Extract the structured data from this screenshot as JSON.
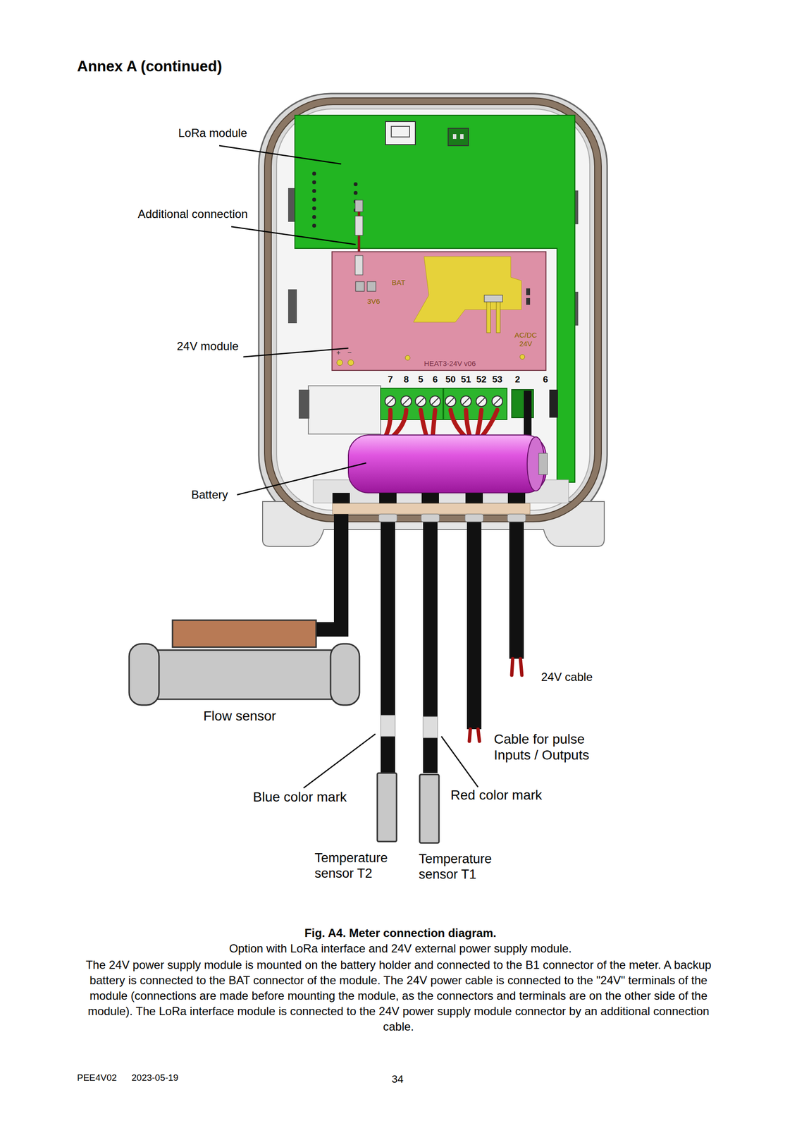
{
  "diagram": {
    "title": "Annex A (continued)",
    "caption": "Fig. A4. Meter connection diagram.",
    "labels": [
      "LoRa module",
      "Additional connection",
      "BAT",
      "3V6",
      "24V module",
      "+",
      "−",
      "HEAT3-24V v06",
      "AC/DC 24V",
      "7",
      "8",
      "5",
      "6",
      "50",
      "51",
      "52",
      "53",
      "2",
      "6",
      "Battery",
      "Flow sensor",
      "24V cable",
      "Cable for pulse Inputs / Outputs",
      "Blue color mark",
      "Red color mark",
      "Temperature sensor T2",
      "Temperature sensor T1",
      "Option with LoRa interface and 24V external power supply module.",
      "The 24V power supply module is mounted on the battery holder and connected to the B1 connector of the meter. A backup battery is connected to the BAT connector of the module. The 24V power cable is connected to the \"24V\" terminals of the module (connections are made before mounting the module, as the connectors and terminals are on the other side of the module). The LoRa interface module is connected to the 24V power supply module connector by an additional connection cable.",
      "PEE4V02",
      "2023-05-19",
      "34"
    ]
  }
}
